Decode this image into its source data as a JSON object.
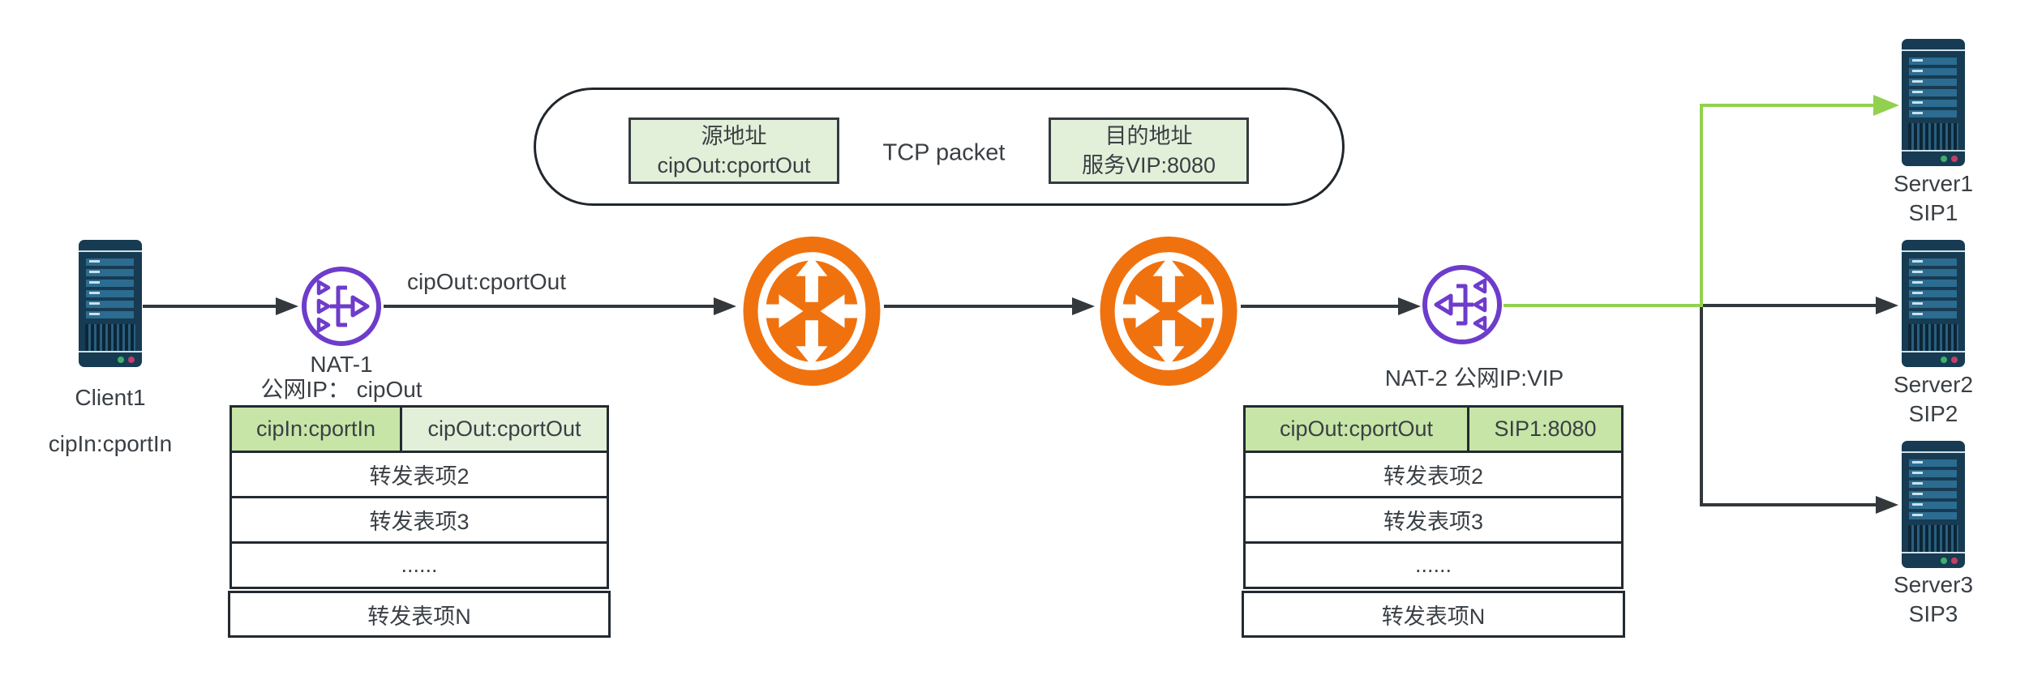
{
  "packet": {
    "title": "TCP packet",
    "source_box": {
      "line1": "源地址",
      "line2": "cipOut:cportOut"
    },
    "dest_box": {
      "line1": "目的地址",
      "line2": "服务VIP:8080"
    }
  },
  "client": {
    "name": "Client1",
    "address": "cipIn:cportIn"
  },
  "nat1": {
    "name": "NAT-1",
    "public_ip": "公网IP： cipOut",
    "flow_label": "cipOut:cportOut",
    "table": {
      "header": [
        "cipIn:cportIn",
        "cipOut:cportOut"
      ],
      "rows": [
        "转发表项2",
        "转发表项3",
        "......",
        "转发表项N"
      ]
    }
  },
  "nat2": {
    "label": "NAT-2 公网IP:VIP",
    "table": {
      "header": [
        "cipOut:cportOut",
        "SIP1:8080"
      ],
      "rows": [
        "转发表项2",
        "转发表项3",
        "......",
        "转发表项N"
      ]
    }
  },
  "servers": [
    {
      "name": "Server1",
      "sip": "SIP1"
    },
    {
      "name": "Server2",
      "sip": "SIP2"
    },
    {
      "name": "Server3",
      "sip": "SIP3"
    }
  ],
  "colors": {
    "router_orange": "#F0720F",
    "nat_purple": "#6E3CCB",
    "flow_green": "#92D050",
    "table_header_green": "#C6E5A7",
    "packet_box_green": "#E2F0D9",
    "line_black": "#33383D"
  }
}
